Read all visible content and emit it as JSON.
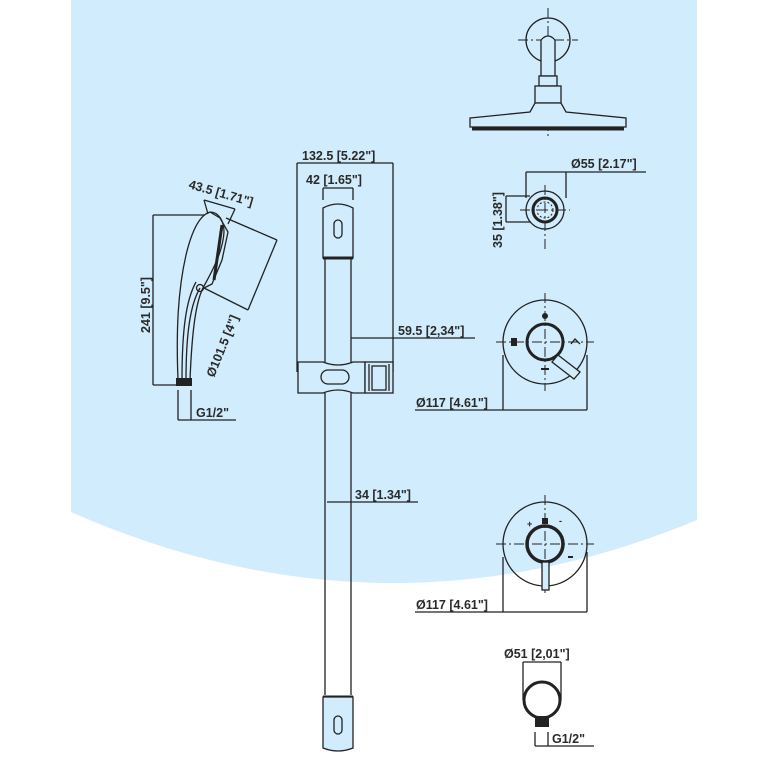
{
  "background": {
    "panel_color": "#d1ecfc",
    "page_color": "#ffffff",
    "line_color": "#222222",
    "text_color": "#2a2a2a"
  },
  "hand_shower": {
    "head_width": "43.5 [1.71\"]",
    "height": "241 [9.5\"]",
    "diameter": "Ø101.5 [4\"]",
    "connection": "G1/2\""
  },
  "slide_bar": {
    "bracket_width": "132.5 [5.22\"]",
    "end_cap_width": "42 [1.65\"]",
    "slider_projection": "59.5 [2,34\"]",
    "bar_offset": "34 [1.34\"]"
  },
  "overhead_shower": {
    "arm_flange_diameter": "Ø55 [2.17\"]",
    "arm_flange_depth": "35 [1.38\"]"
  },
  "diverter_valve": {
    "plate_diameter": "Ø117 [4.61\"]"
  },
  "thermostatic_valve": {
    "plate_diameter": "Ø117 [4.61\"]"
  },
  "wall_outlet": {
    "diameter": "Ø51 [2,01\"]",
    "connection": "G1/2\""
  }
}
